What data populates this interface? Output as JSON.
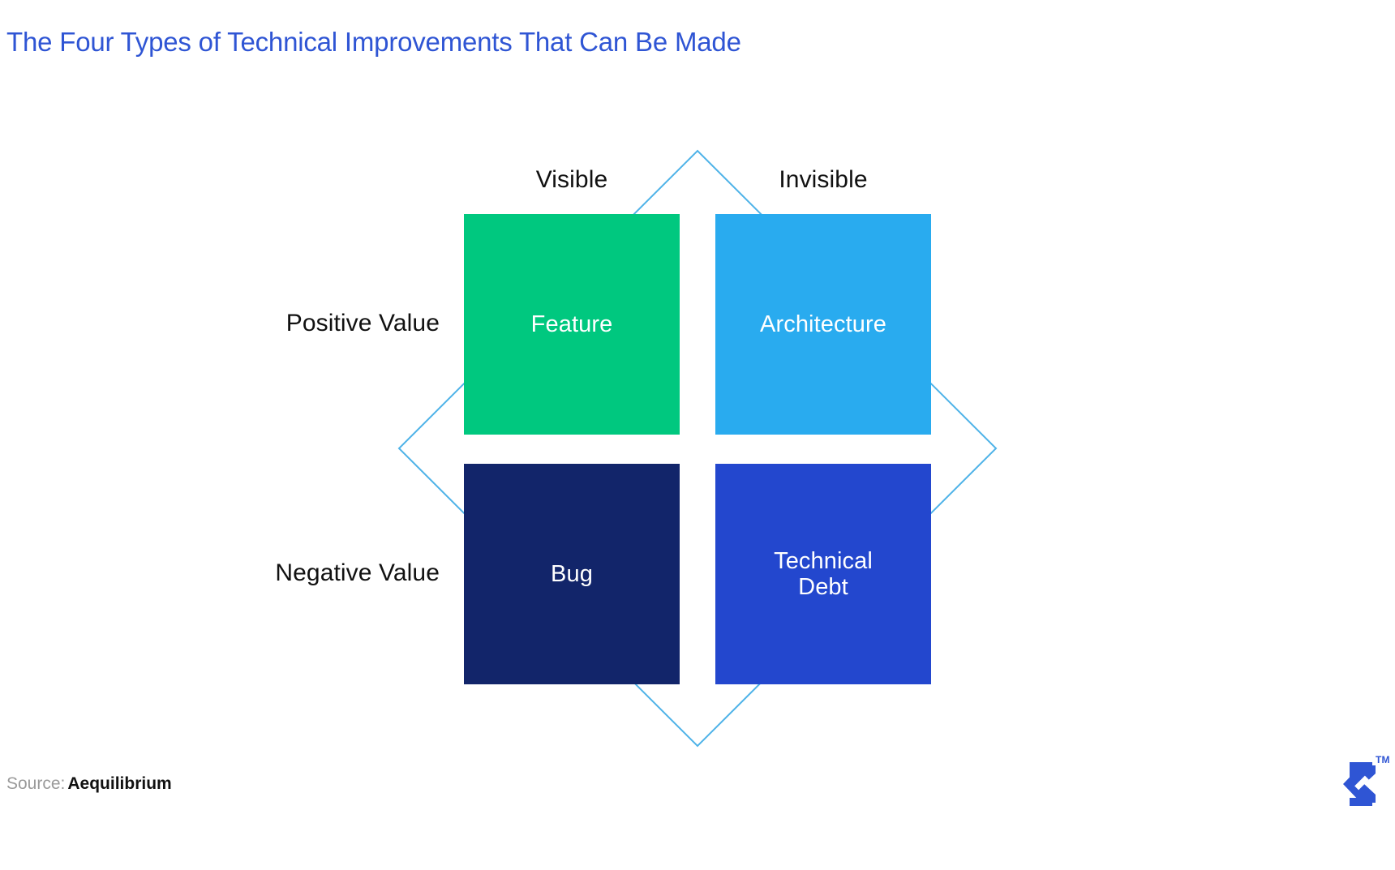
{
  "page": {
    "title": "The Four Types of Technical Improvements That Can Be Made",
    "title_color": "#2f55d4",
    "background": "#ffffff"
  },
  "matrix": {
    "column_headers": [
      "Visible",
      "Invisible"
    ],
    "row_headers": [
      "Positive Value",
      "Negative Value"
    ],
    "cells": [
      {
        "label": "Feature",
        "color": "#00c87f",
        "row": "Positive Value",
        "column": "Visible"
      },
      {
        "label": "Architecture",
        "color": "#29abef",
        "row": "Positive Value",
        "column": "Invisible"
      },
      {
        "label": "Bug",
        "color": "#12256a",
        "row": "Negative Value",
        "column": "Visible"
      },
      {
        "label": "Technical\nDebt",
        "color": "#2347ce",
        "row": "Negative Value",
        "column": "Invisible"
      }
    ],
    "decoration": {
      "shape": "diamond-outline",
      "stroke_color": "#4fb3e8"
    }
  },
  "footer": {
    "source_prefix": "Source:",
    "source_name": "Aequilibrium",
    "trademark": "TM",
    "logo_color": "#2f55d4"
  }
}
